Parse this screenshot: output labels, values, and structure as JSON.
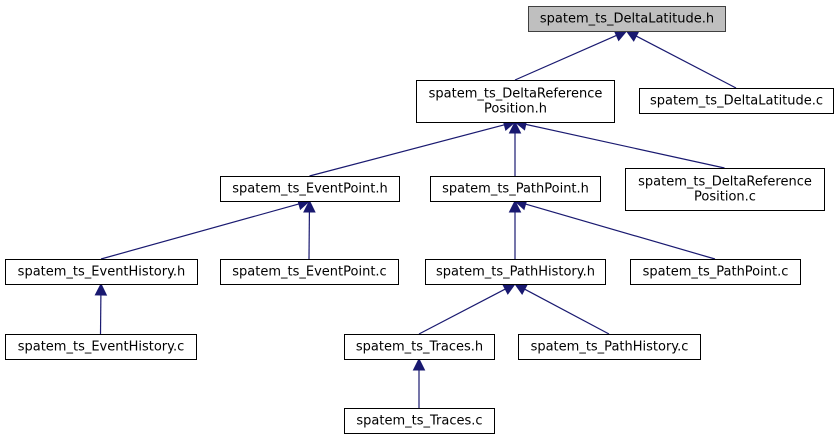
{
  "diagram": {
    "type": "include-dependency-graph",
    "nodes": [
      {
        "id": "root",
        "lines": [
          "spatem_ts_DeltaLatitude.h"
        ],
        "root": true
      },
      {
        "id": "drp_h",
        "lines": [
          "spatem_ts_DeltaReference",
          "Position.h"
        ]
      },
      {
        "id": "dlat_c",
        "lines": [
          "spatem_ts_DeltaLatitude.c"
        ]
      },
      {
        "id": "ep_h",
        "lines": [
          "spatem_ts_EventPoint.h"
        ]
      },
      {
        "id": "pp_h",
        "lines": [
          "spatem_ts_PathPoint.h"
        ]
      },
      {
        "id": "drp_c",
        "lines": [
          "spatem_ts_DeltaReference",
          "Position.c"
        ]
      },
      {
        "id": "eh_h",
        "lines": [
          "spatem_ts_EventHistory.h"
        ]
      },
      {
        "id": "ep_c",
        "lines": [
          "spatem_ts_EventPoint.c"
        ]
      },
      {
        "id": "ph_h",
        "lines": [
          "spatem_ts_PathHistory.h"
        ]
      },
      {
        "id": "pp_c",
        "lines": [
          "spatem_ts_PathPoint.c"
        ]
      },
      {
        "id": "eh_c",
        "lines": [
          "spatem_ts_EventHistory.c"
        ]
      },
      {
        "id": "tr_h",
        "lines": [
          "spatem_ts_Traces.h"
        ]
      },
      {
        "id": "ph_c",
        "lines": [
          "spatem_ts_PathHistory.c"
        ]
      },
      {
        "id": "tr_c",
        "lines": [
          "spatem_ts_Traces.c"
        ]
      }
    ],
    "edges": [
      {
        "from": "drp_h",
        "to": "root"
      },
      {
        "from": "dlat_c",
        "to": "root"
      },
      {
        "from": "ep_h",
        "to": "drp_h"
      },
      {
        "from": "pp_h",
        "to": "drp_h"
      },
      {
        "from": "drp_c",
        "to": "drp_h"
      },
      {
        "from": "eh_h",
        "to": "ep_h"
      },
      {
        "from": "ep_c",
        "to": "ep_h"
      },
      {
        "from": "ph_h",
        "to": "pp_h"
      },
      {
        "from": "pp_c",
        "to": "pp_h"
      },
      {
        "from": "eh_c",
        "to": "eh_h"
      },
      {
        "from": "tr_h",
        "to": "ph_h"
      },
      {
        "from": "ph_c",
        "to": "ph_h"
      },
      {
        "from": "tr_c",
        "to": "tr_h"
      }
    ]
  }
}
